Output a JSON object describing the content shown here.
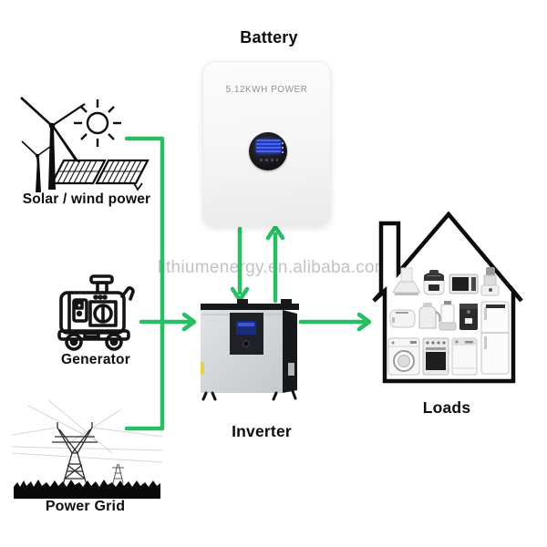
{
  "watermark": "lithiumenergy.en.alibaba.com",
  "colors": {
    "connector_green": "#28be64",
    "label_black": "#0d0d0d",
    "watermark_gray": "#c2c2c2",
    "inverter_body": "#d5d8d9",
    "battery_body": "#f5f5f5"
  },
  "nodes": {
    "battery": {
      "label": "Battery",
      "device_text": "5.12KWH POWER"
    },
    "solar_wind": {
      "label": "Solar / wind power"
    },
    "generator": {
      "label": "Generator"
    },
    "power_grid": {
      "label": "Power Grid"
    },
    "inverter": {
      "label": "Inverter"
    },
    "loads": {
      "label": "Loads"
    }
  },
  "loads_appliances": [
    "range-hood",
    "pressure-cooker",
    "microwave",
    "food-processor",
    "toaster",
    "kettle",
    "blender",
    "coffee-machine",
    "refrigerator",
    "washing-machine",
    "oven",
    "dishwasher"
  ],
  "connections": [
    {
      "from": "solar_wind",
      "to": "inverter",
      "direction": "one-way"
    },
    {
      "from": "generator",
      "to": "inverter",
      "direction": "one-way"
    },
    {
      "from": "power_grid",
      "to": "inverter",
      "direction": "one-way"
    },
    {
      "from": "battery",
      "to": "inverter",
      "direction": "down"
    },
    {
      "from": "inverter",
      "to": "battery",
      "direction": "up"
    },
    {
      "from": "inverter",
      "to": "loads",
      "direction": "one-way"
    }
  ]
}
